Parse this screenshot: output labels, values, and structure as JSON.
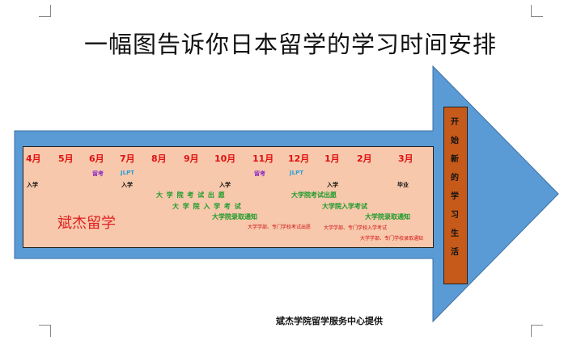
{
  "title": "一幅图告诉你日本留学的学习时间安排",
  "months": [
    {
      "label": "4月"
    },
    {
      "label": "5月"
    },
    {
      "label": "6月"
    },
    {
      "label": "7月"
    },
    {
      "label": "8月"
    },
    {
      "label": "9月"
    },
    {
      "label": "10月"
    },
    {
      "label": "11月"
    },
    {
      "label": "12月"
    },
    {
      "label": "1月"
    },
    {
      "label": "2月"
    },
    {
      "label": "3月"
    }
  ],
  "events": {
    "enroll_apr": "入学",
    "exam_jun": "留考",
    "jlpt_jul": "JLPT",
    "enroll_jul": "入学",
    "enroll_oct": "入学",
    "exam_nov": "留考",
    "jlpt_dec": "JLPT",
    "enroll_jan": "入学",
    "graduate_mar": "毕业",
    "univ_apply_1": "大 学 院 考 试 出 愿",
    "univ_exam_1": "大 学 院 入 学 考 试",
    "univ_result_1": "大学院录取通知",
    "undergrad_1": "大学学部、专门学校考试出愿",
    "univ_apply_2": "大学院考试出愿",
    "univ_exam_2": "大学院入学考试",
    "undergrad_2": "大学学部、专门学校入学考试",
    "univ_result_2": "大学院录取通知",
    "undergrad_3": "大学学部、专门学校录取通知"
  },
  "brand": "斌杰留学",
  "side_label": "开\n始\n新\n的\n学\n习\n生\n活",
  "footer": "斌杰学院留学服务中心提供",
  "colors": {
    "arrow": "#5b9bd5",
    "panel": "#f7c8ac",
    "side": "#c65a1a",
    "month": "#e01010"
  }
}
